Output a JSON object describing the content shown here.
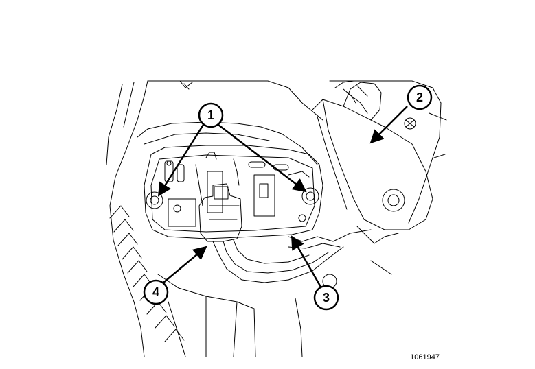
{
  "callouts": [
    {
      "id": "1",
      "label": "1"
    },
    {
      "id": "2",
      "label": "2"
    },
    {
      "id": "3",
      "label": "3"
    },
    {
      "id": "4",
      "label": "4"
    }
  ],
  "figure_id": "1061947",
  "colors": {
    "line": "#000000",
    "background": "#ffffff"
  }
}
